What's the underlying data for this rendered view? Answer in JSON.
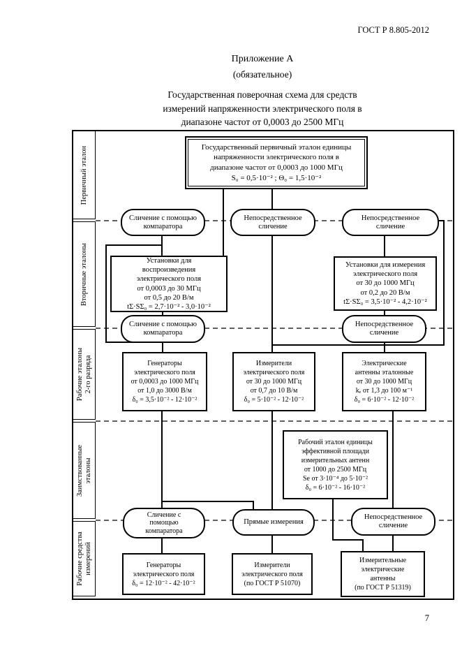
{
  "colors": {
    "ink": "#000000",
    "paper": "#ffffff"
  },
  "page": {
    "header": "ГОСТ Р 8.805-2012",
    "number": "7"
  },
  "title": {
    "appendix": "Приложение А",
    "status": "(обязательное)",
    "scheme": "Государственная поверочная схема для средств\nизмерений напряженности электрического поля в\nдиапазоне частот от 0,0003 до 2500 МГц"
  },
  "sidebar": {
    "sections": [
      {
        "label": "Первичный эталон"
      },
      {
        "label": "Вторичные эталоны"
      },
      {
        "label": "Рабочие эталоны\n2-го разряда"
      },
      {
        "label": "Заимствованные\nэталоны"
      },
      {
        "label": "Рабочие средства\nизмерений"
      }
    ]
  },
  "boxes": {
    "primary": {
      "text": "Государственный первичный эталон единицы\nнапряженности электрического поля в\nдиапазоне частот от 0,0003 до 1000 МГц\nS₀ = 0,5·10⁻² ; Θ₀ = 1,5·10⁻²"
    },
    "secondary_left": {
      "text": "Установки для\nвоспроизведения\nэлектрического поля\nот 0,0003 до 30 МГц\nот 0,5 до 20 В/м\ntΣ·SΣ₀ = 2,7·10⁻² - 3,0·10⁻²"
    },
    "secondary_right": {
      "text": "Установки для измерения\nэлектрического поля\nот 30 до 1000 МГц\nот 0,2 до 20 В/м\ntΣ·SΣ₀ = 3,5·10⁻² - 4,2·10⁻²"
    },
    "working_generators": {
      "text": "Генераторы\nэлектрического поля\nот 0,0003 до 1000 МГц\nот 1,0 до 3000 В/м\nδ₀ = 3,5·10⁻² - 12·10⁻²"
    },
    "working_meters": {
      "text": "Измерители\nэлектрического поля\nот 30 до 1000 МГц\nот 0,7 до 10 В/м\nδ₀ = 5·10⁻² - 12·10⁻²"
    },
    "working_antennas": {
      "text": "Электрические\nантенны эталонные\nот 30 до 1000 МГц\nkₑ от 1,3 до 100 м⁻¹\nδ₀ = 6·10⁻² - 12·10⁻²"
    },
    "borrowed": {
      "text": "Рабочий эталон единицы\nэффективной площади\nизмерительных антенн\nот 1000 до 2500 МГц\nSe от 3·10⁻⁴ до 5·10⁻²\nδ₀ = 6·10⁻² - 16·10⁻²"
    },
    "mi_generators": {
      "text": "Генераторы\nэлектрического поля\nδ₀ = 12·10⁻² - 42·10⁻²"
    },
    "mi_meters": {
      "text": "Измерители\nэлектрического поля\n(по ГОСТ Р 51070)"
    },
    "mi_antennas": {
      "text": "Измерительные\nэлектрические\nантенны\n(по ГОСТ Р 51319)"
    }
  },
  "ovals": {
    "r1_comparator": {
      "text": "Сличение с помощью\nкомпаратора"
    },
    "r1_direct_mid": {
      "text": "Непосредственное\nсличение"
    },
    "r1_direct_right": {
      "text": "Непосредственное\nсличение"
    },
    "r2_comparator": {
      "text": "Сличение с помощью\nкомпаратора"
    },
    "r2_direct": {
      "text": "Непосредственное\nсличение"
    },
    "r3_comparator": {
      "text": "Сличение с\nпомощью\nкомпаратора"
    },
    "r3_direct_measure": {
      "text": "Прямые измерения"
    },
    "r3_direct": {
      "text": "Непосредственное\nсличение"
    }
  }
}
